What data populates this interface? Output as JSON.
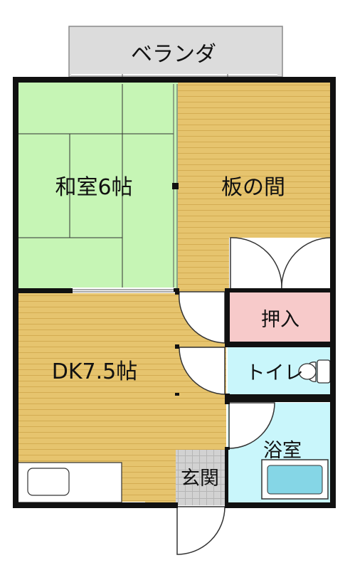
{
  "rooms": {
    "balcony": "ベランダ",
    "washitsu": "和室6帖",
    "itanoma": "板の間",
    "oshiire": "押入",
    "dk": "DK7.5帖",
    "toilet": "トイレ",
    "bath": "浴室",
    "genkan": "玄関"
  },
  "colors": {
    "tatami": "#c6f5b5",
    "wood": "#e5c36d",
    "closet": "#f7caca",
    "wet_area": "#c9f6fb",
    "balcony": "#dcdcdc",
    "entry_tile": "#d0d0d0",
    "wall": "#111111"
  }
}
